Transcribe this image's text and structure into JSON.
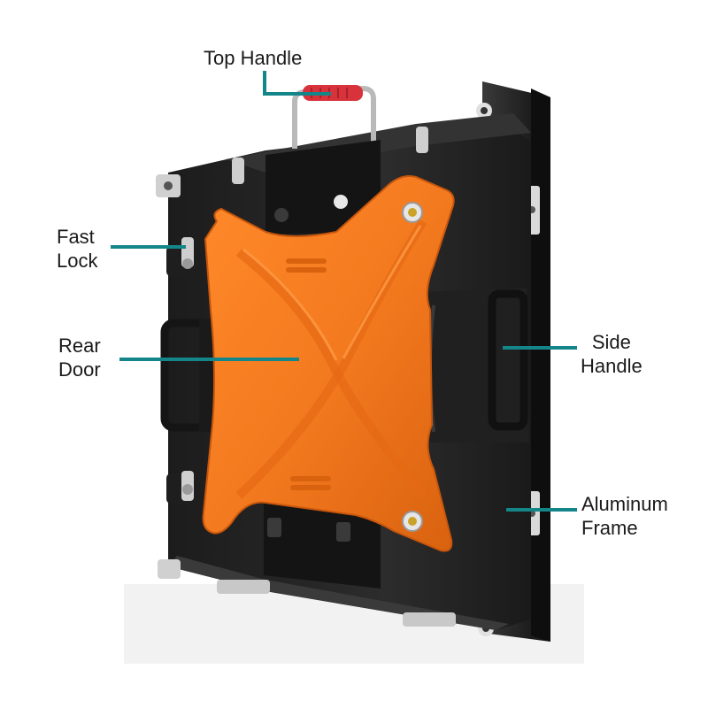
{
  "labels": {
    "top_handle": "Top Handle",
    "fast_lock": [
      "Fast",
      "Lock"
    ],
    "rear_door": [
      "Rear",
      "Door"
    ],
    "side_handle": [
      "Side",
      "Handle"
    ],
    "aluminum_frame": [
      "Aluminum",
      "Frame"
    ]
  },
  "colors": {
    "leader_line": "#14868a",
    "rear_door": "#f47a1f",
    "cabinet": "#262626",
    "handle_grip": "#d8323a"
  }
}
